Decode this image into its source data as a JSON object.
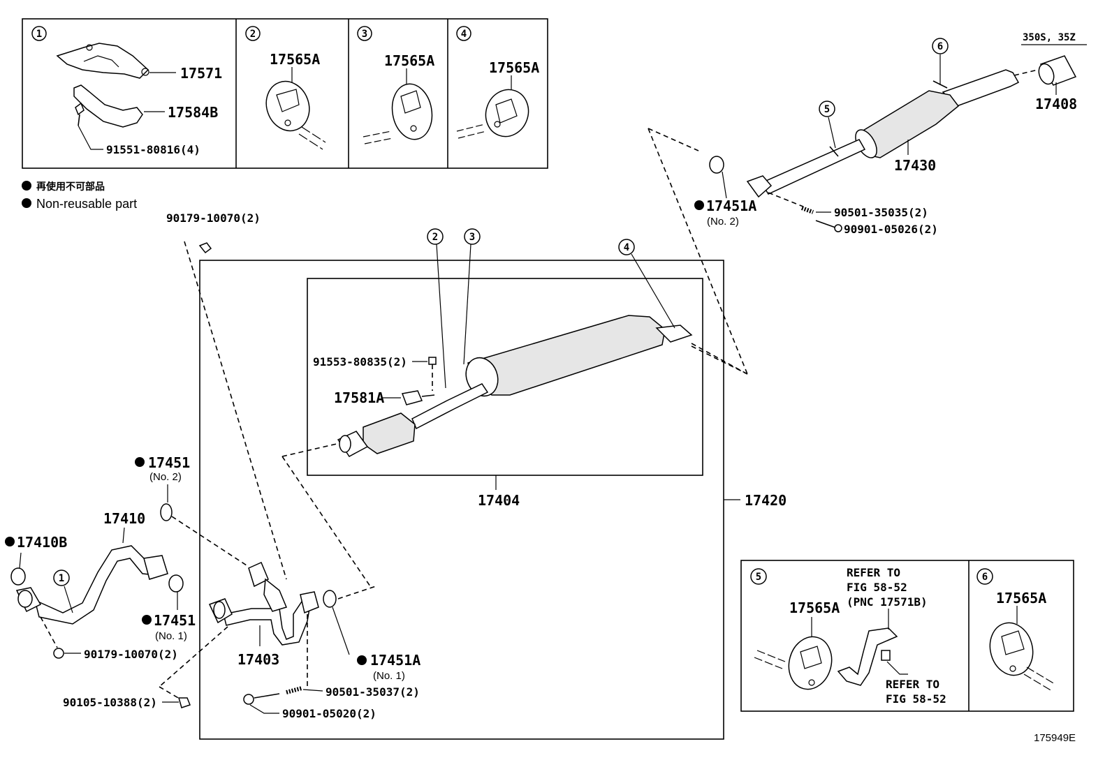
{
  "legend": {
    "jp": "再使用不可部品",
    "en": "Non-reusable part"
  },
  "header_note": "350S, 35Z",
  "figure_id": "175949E",
  "callouts": {
    "c1": "1",
    "c2": "2",
    "c3": "3",
    "c4": "4",
    "c5": "5",
    "c6": "6"
  },
  "parts": {
    "p17571": "17571",
    "p17584B": "17584B",
    "p91551": "91551-80816(4)",
    "p17565A_2": "17565A",
    "p17565A_3": "17565A",
    "p17565A_4": "17565A",
    "p17565A_5": "17565A",
    "p17565A_6": "17565A",
    "p17408": "17408",
    "p17430": "17430",
    "p17451A_no2": "17451A",
    "p17451A_no2_sub": "(No. 2)",
    "p90501_35035": "90501-35035(2)",
    "p90901_05026": "90901-05026(2)",
    "p90179_top": "90179-10070(2)",
    "p91553": "91553-80835(2)",
    "p17581A": "17581A",
    "p17404": "17404",
    "p17420": "17420",
    "p17451_no2": "17451",
    "p17451_no2_sub": "(No. 2)",
    "p17410": "17410",
    "p17410B": "17410B",
    "p17451_no1": "17451",
    "p17451_no1_sub": "(No. 1)",
    "p90179_bot": "90179-10070(2)",
    "p17403": "17403",
    "p17451A_no1": "17451A",
    "p17451A_no1_sub": "(No. 1)",
    "p90501_35037": "90501-35037(2)",
    "p90901_05020": "90901-05020(2)",
    "p90105": "90105-10388(2)"
  },
  "refer": {
    "l1": "REFER TO",
    "l2": "FIG 58-52",
    "l3": "(PNC 17571B)",
    "l4": "REFER TO",
    "l5": "FIG 58-52"
  }
}
